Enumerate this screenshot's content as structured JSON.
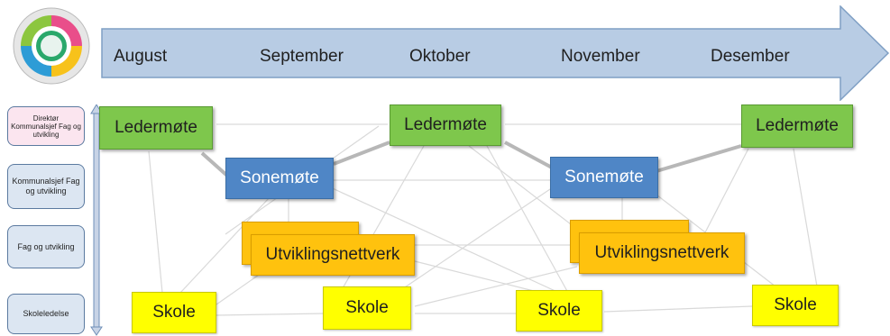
{
  "timeline": {
    "months": [
      "August",
      "September",
      "Oktober",
      "November",
      "Desember"
    ]
  },
  "roles": [
    "Direktør Kommunalsjef Fag og utvikling",
    "Kommunalsjef Fag og utvikling",
    "Fag og utvikling",
    "Skoleledelse"
  ],
  "meetings": {
    "ledermote": "Ledermøte",
    "sonemote": "Sonemøte",
    "utviklingsnettverk": "Utviklingsnettverk",
    "skole": "Skole"
  },
  "colors": {
    "timeline_fill": "#b8cce4",
    "timeline_stroke": "#7f9fc4",
    "ledermote": "#7ec74c",
    "sonemote": "#4f86c6",
    "utviklingsnettverk": "#ffc20e",
    "skole": "#ffff00",
    "role_director": "#fbe5ef",
    "role_other": "#dce6f2"
  }
}
